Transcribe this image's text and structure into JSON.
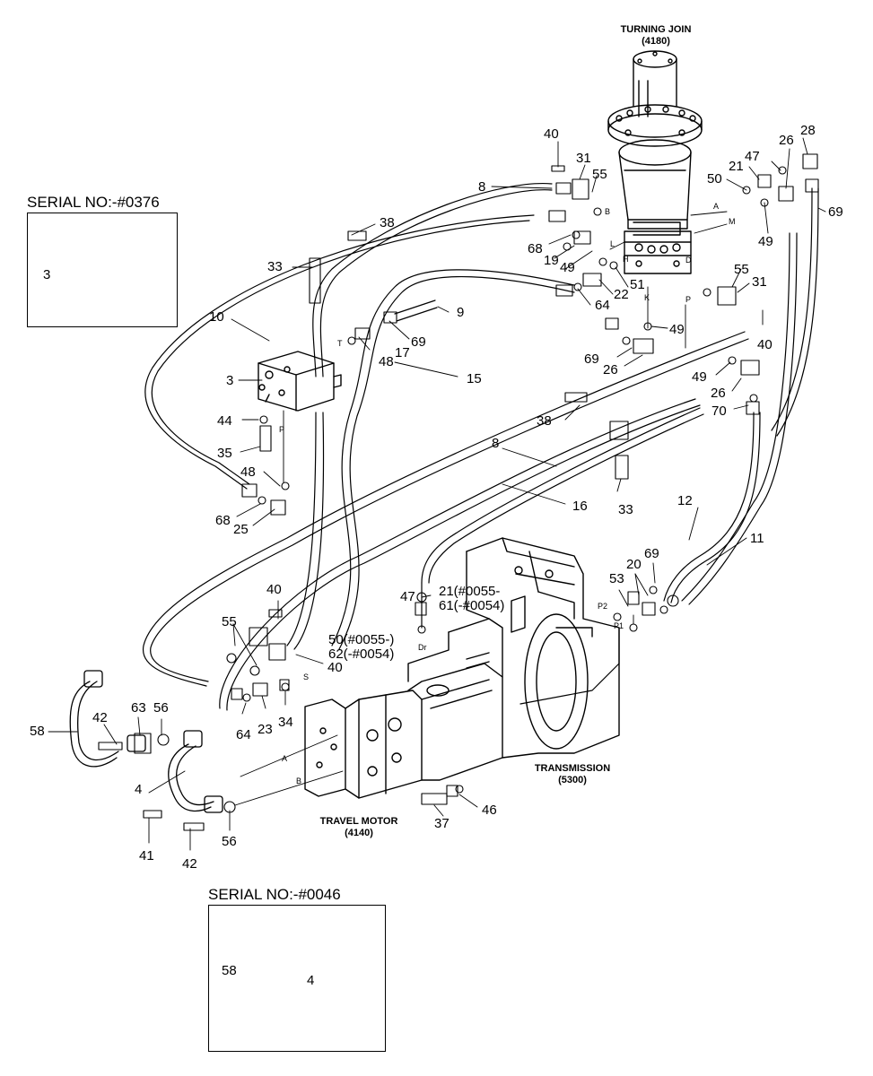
{
  "components": {
    "turning_joint": {
      "title": "TURNING JOIN",
      "code": "(4180)"
    },
    "travel_motor": {
      "title": "TRAVEL MOTOR",
      "code": "(4140)"
    },
    "transmission": {
      "title": "TRANSMISSION",
      "code": "(5300)"
    }
  },
  "insets": {
    "top": {
      "title": "SERIAL NO:-#0376",
      "callouts": [
        "3"
      ]
    },
    "bottom": {
      "title": "SERIAL NO:-#0046",
      "callouts": [
        "58",
        "4"
      ]
    }
  },
  "callouts": {
    "c40a": "40",
    "c31a": "31",
    "c55a": "55",
    "c8a": "8",
    "c38a": "38",
    "c33a": "33",
    "c68a": "68",
    "c19": "19",
    "c49a": "49",
    "c50a": "50",
    "c21a": "21",
    "c47a": "47",
    "c26a": "26",
    "c28": "28",
    "c69a": "69",
    "c49b": "49",
    "c55b": "55",
    "c31b": "31",
    "c22": "22",
    "c51": "51",
    "c64a": "64",
    "c9": "9",
    "c69b": "69",
    "c17": "17",
    "c48a": "48",
    "c10": "10",
    "c3": "3",
    "c15": "15",
    "c49c": "49",
    "c40b": "40",
    "c69c": "69",
    "c26b": "26",
    "c49d": "49",
    "c26c": "26",
    "c70": "70",
    "c44": "44",
    "c35": "35",
    "c48b": "48",
    "c68b": "68",
    "c25": "25",
    "c38b": "38",
    "c8b": "8",
    "c16": "16",
    "c33b": "33",
    "c12": "12",
    "c11": "11",
    "c40c": "40",
    "c55c": "55",
    "c47b": "47",
    "c21b": "21(#0055-",
    "c61": "61(-#0054)",
    "c50b": "50(#0055-)",
    "c62": "62(-#0054)",
    "c40d": "40",
    "c20": "20",
    "c53": "53",
    "c69d": "69",
    "c58": "58",
    "c42a": "42",
    "c63": "63",
    "c56a": "56",
    "c64b": "64",
    "c23": "23",
    "c34": "34",
    "c4": "4",
    "c41": "41",
    "c42b": "42",
    "c56b": "56",
    "c37": "37",
    "c46": "46"
  },
  "port_labels": {
    "B": "B",
    "A": "A",
    "M": "M",
    "L": "L",
    "H": "H",
    "D": "D",
    "K": "K",
    "P": "P",
    "T": "T",
    "P_valve": "P",
    "S": "S",
    "Dr": "Dr",
    "P2": "P2",
    "P1": "P1",
    "A_motor": "A",
    "B_motor": "B"
  },
  "colors": {
    "line": "#000000",
    "background": "#ffffff"
  }
}
